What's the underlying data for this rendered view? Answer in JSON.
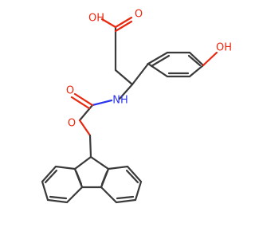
{
  "molecule": {
    "atom_labels": {
      "acid_hydroxyl": "OH",
      "carbonyl_oxygen_acid": "O",
      "phenol_hydroxyl": "OH",
      "amine_nh": "NH",
      "carbamate_carbonyl_o": "O",
      "carbamate_ester_o": "O"
    },
    "colors": {
      "carbon_bond": "#3a3a3a",
      "oxygen": "#e8280f",
      "nitrogen": "#2b35ee",
      "background": "#ffffff"
    }
  }
}
